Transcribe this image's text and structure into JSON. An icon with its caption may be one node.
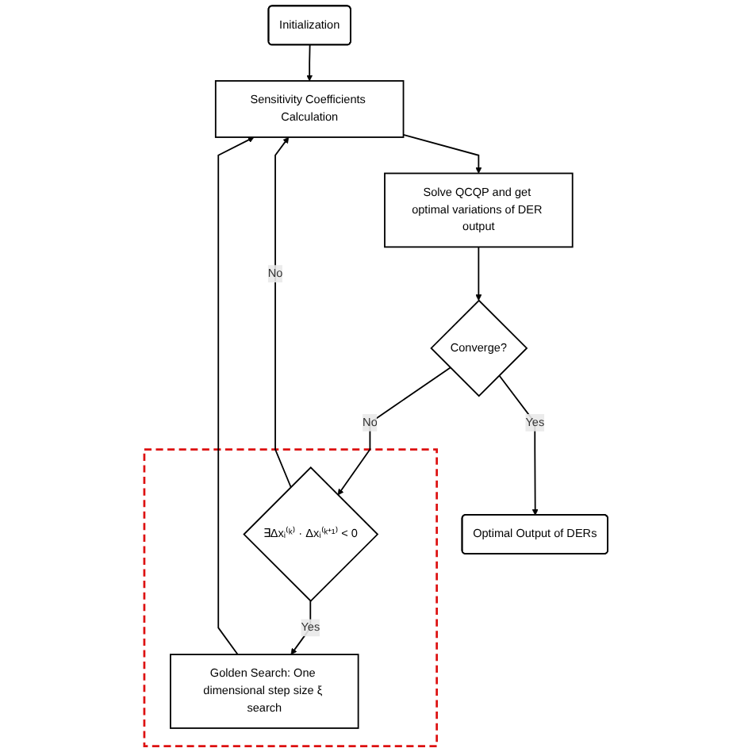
{
  "diagram": {
    "nodes": [
      {
        "text": [
          "Initialization"
        ]
      },
      {
        "text": [
          "Sensitivity Coefficients Calculation"
        ]
      },
      {
        "text": [
          "Solve QCQP and get optimal variations of DER output"
        ]
      },
      {
        "text": [
          "Converge?"
        ]
      },
      {
        "text": [
          "Optimal Output of DERs"
        ]
      },
      {
        "text": [],
        "shape": "box"
      },
      {
        "text": [
          "Golden Search: One dimensional step size ξ search"
        ],
        "in": 5
      },
      {
        "text": [
          "∃Δxᵢ⁽ᵏ⁾ · Δxᵢ⁽ᵏ⁺¹⁾ < 0"
        ],
        "in": 5
      }
    ],
    "edges": [
      {
        "from": 0,
        "to": 1,
        "arrow": "to"
      },
      {
        "from": 1,
        "to": 2,
        "arrow": "to"
      },
      {
        "from": 2,
        "to": 3,
        "arrow": "to"
      },
      {
        "from": 3,
        "to": 4,
        "label": "Yes",
        "arrow": "to"
      },
      {
        "from": 3,
        "to": 7,
        "label": "No",
        "arrow": "to"
      },
      {
        "from": 7,
        "to": 6,
        "label": "Yes",
        "arrow": "to"
      },
      {
        "from": 6,
        "to": 1,
        "arrow": "to"
      },
      {
        "from": 7,
        "to": 1,
        "label": "No",
        "arrow": "to"
      }
    ]
  }
}
